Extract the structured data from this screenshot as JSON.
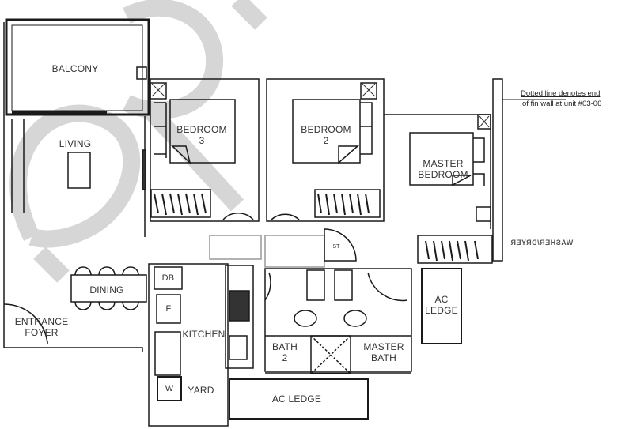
{
  "floor_plan": {
    "rooms": [
      {
        "id": "balcony",
        "label": "BALCONY"
      },
      {
        "id": "living",
        "label": "LIVING"
      },
      {
        "id": "dining",
        "label": "DINING"
      },
      {
        "id": "entrance",
        "label_line1": "ENTRANCE",
        "label_line2": "FOYER"
      },
      {
        "id": "bedroom3",
        "label_line1": "BEDROOM",
        "label_line2": "3"
      },
      {
        "id": "bedroom2",
        "label_line1": "BEDROOM",
        "label_line2": "2"
      },
      {
        "id": "master",
        "label_line1": "MASTER",
        "label_line2": "BEDROOM"
      },
      {
        "id": "kitchen",
        "label": "KITCHEN"
      },
      {
        "id": "yard",
        "label": "YARD"
      },
      {
        "id": "bath2",
        "label_line1": "BATH",
        "label_line2": "2"
      },
      {
        "id": "masterbath",
        "label_line1": "MASTER",
        "label_line2": "BATH"
      },
      {
        "id": "acledge_right",
        "label_line1": "AC",
        "label_line2": "LEDGE"
      },
      {
        "id": "acledge_bottom",
        "label": "AC LEDGE"
      }
    ],
    "fixtures": {
      "db": "DB",
      "fridge": "F",
      "washer": "W",
      "store": "ST"
    },
    "annotation": {
      "line1": "Dotted line denotes end",
      "line2": "of fin wall at unit #03-06"
    },
    "mirrored_text": "WASHER/DRYER",
    "watermark_color": "#c8c8c8",
    "line_color": "#1a1a1a"
  }
}
